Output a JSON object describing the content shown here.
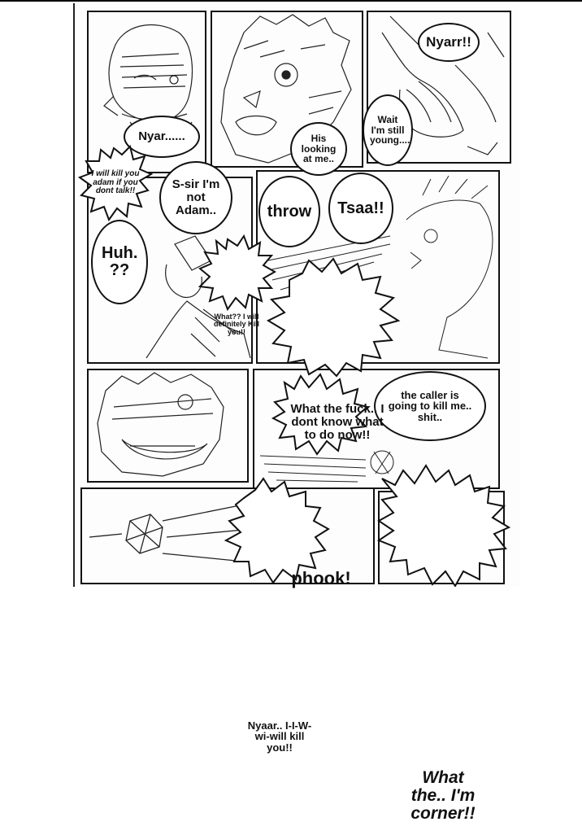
{
  "bubbles": {
    "nyarr_top": "Nyarr!!",
    "nyar_dots": "Nyar......",
    "his_looking": "His looking at me..",
    "wait_young": "Wait I'm still young....",
    "will_kill_adam": "I will kill you adam if you dont talk!!",
    "s_sir": "S-sir I'm not Adam..",
    "throw": "throw",
    "tsaa": "Tsaa!!",
    "huh": "Huh. ??",
    "what_definitely": "What?? I will definitely Kill you!!",
    "what_the_fuck": "What the fuck.. I dont know what to do now!!",
    "phook": "phook!",
    "caller": "the caller is going to kill me.. shit..",
    "nyaar_kill": "Nyaar.. I-I-W-wi-will kill you!!",
    "cornered": "What the.. I'm corner!!"
  },
  "colors": {
    "ink": "#111111",
    "paper": "#ffffff"
  }
}
